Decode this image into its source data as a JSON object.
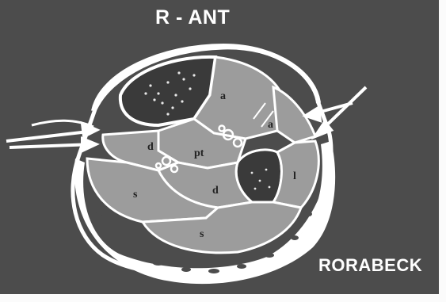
{
  "title": "R - ANT",
  "credit": "RORABECK",
  "regions": [
    {
      "id": "a-upper",
      "label": "a"
    },
    {
      "id": "a-right",
      "label": "a"
    },
    {
      "id": "d-left",
      "label": "d"
    },
    {
      "id": "pt",
      "label": "pt"
    },
    {
      "id": "d-mid",
      "label": "d"
    },
    {
      "id": "s-left",
      "label": "s"
    },
    {
      "id": "s-lower",
      "label": "s"
    },
    {
      "id": "l",
      "label": "l"
    }
  ],
  "colors": {
    "background": "#4c4c4c",
    "muscle_fill": "#9c9c9c",
    "bone_fill": "#3a3a3a",
    "outline": "#ffffff",
    "frame": "#fbfbfb"
  }
}
